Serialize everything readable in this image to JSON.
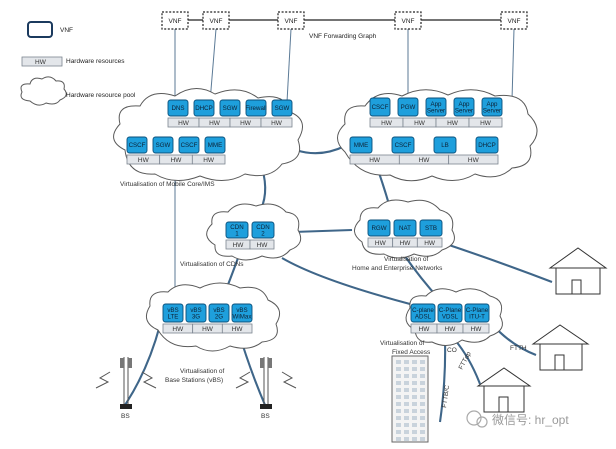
{
  "legend": {
    "vnf": "VNF",
    "hw_box": "HW",
    "hw_resources": "Hardware resources",
    "pool": "Hardware resource pool"
  },
  "forwarding_graph": {
    "label": "VNF Forwarding Graph",
    "nodes": [
      "VNF",
      "VNF",
      "VNF",
      "VNF",
      "VNF"
    ]
  },
  "mobile_core": {
    "caption": "Virtualisation of Mobile Core/IMS",
    "top_row": [
      "DNS",
      "DHCP",
      "SGW",
      "Firewall",
      "SGW"
    ],
    "bottom_row": [
      "CSCF",
      "SGW",
      "CSCF",
      "MME"
    ],
    "hw": "HW"
  },
  "core_right": {
    "top_row": [
      "CSCF",
      "PGW",
      "App Server",
      "App Server",
      "App Server"
    ],
    "bottom_row": [
      "MME",
      "CSCF",
      "LB",
      "DHCP"
    ],
    "hw": "HW"
  },
  "cdn": {
    "caption": "Virtualisation of CDNs",
    "vnfs": [
      "CDN 1",
      "CDN 2"
    ],
    "hw": "HW"
  },
  "home": {
    "caption_1": "Virtualisation of",
    "caption_2": "Home and Enterprise Networks",
    "vnfs": [
      "RGW",
      "NAT",
      "STB"
    ],
    "hw": "HW"
  },
  "base_stations": {
    "caption_1": "Virtualisation of",
    "caption_2": "Base Stations (vBS)",
    "vnfs": [
      "vBS LTE",
      "vBS 3G",
      "vBS 2G",
      "vBS WiMax"
    ],
    "hw": "HW",
    "bs_label": "BS"
  },
  "fixed_access": {
    "caption_1": "Virtualisation of",
    "caption_2": "Fixed Access",
    "vnfs": [
      "C-plane ADSL",
      "C-Plane VDSL",
      "C-Plane ITU-T"
    ],
    "hw": "HW",
    "co": "CO",
    "ftth": "FTTH",
    "fttb": "FTTB/C",
    "fttdp": "FTTdp"
  },
  "watermark": "微信号: hr_opt"
}
